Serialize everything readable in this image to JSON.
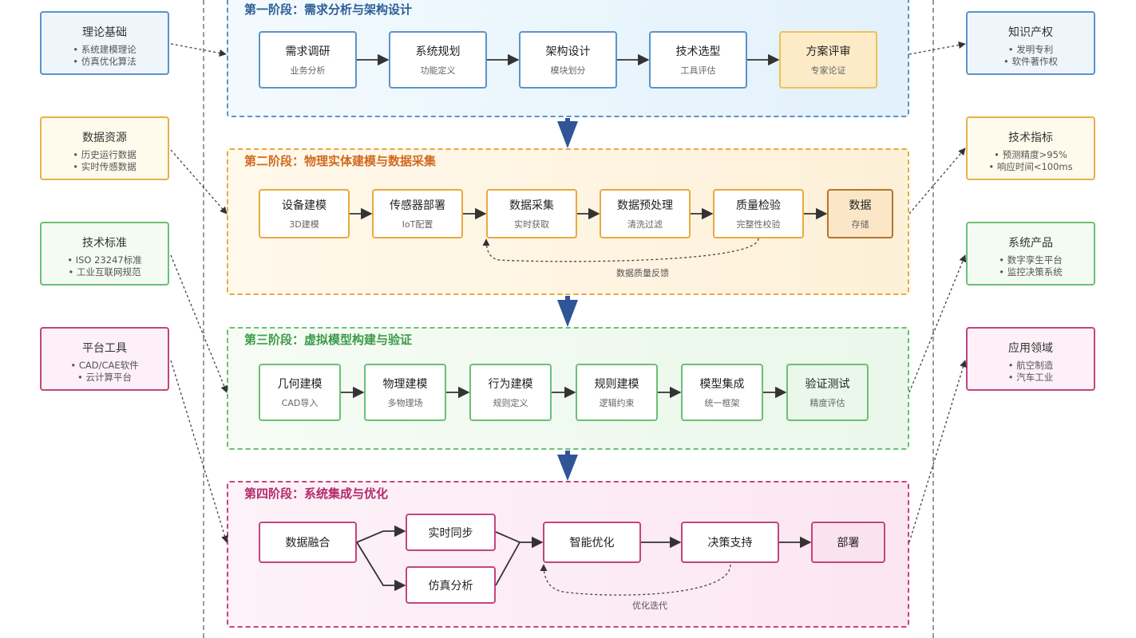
{
  "colors": {
    "blue": "#4a7fb0",
    "orange": "#e5a94a",
    "green": "#5cb86a",
    "purple": "#c0397a",
    "yellow": "#f0c054",
    "navy": "#2e4f8e",
    "phase_arrow": "#2f5597"
  },
  "left_boxes": [
    {
      "title": "理论基础",
      "items": [
        "系统建模理论",
        "仿真优化算法"
      ],
      "color": "#5b93c9",
      "bg": "#eef6fc"
    },
    {
      "title": "数据资源",
      "items": [
        "历史运行数据",
        "实时传感数据"
      ],
      "color": "#e8b04b",
      "bg": "#fffbec"
    },
    {
      "title": "技术标准",
      "items": [
        "ISO 23247标准",
        "工业互联网规范"
      ],
      "color": "#6cbf76",
      "bg": "#f3fbf3"
    },
    {
      "title": "平台工具",
      "items": [
        "CAD/CAE软件",
        "云计算平台"
      ],
      "color": "#c4447f",
      "bg": "#fdf0f7"
    }
  ],
  "right_boxes": [
    {
      "title": "知识产权",
      "items": [
        "发明专利",
        "软件著作权"
      ],
      "color": "#5b93c9",
      "bg": "#eef6fc"
    },
    {
      "title": "技术指标",
      "items": [
        "预测精度>95%",
        "响应时间<100ms"
      ],
      "color": "#e8b04b",
      "bg": "#fffbec"
    },
    {
      "title": "系统产品",
      "items": [
        "数字孪生平台",
        "监控决策系统"
      ],
      "color": "#6cbf76",
      "bg": "#f3fbf3"
    },
    {
      "title": "应用领域",
      "items": [
        "航空制造",
        "汽车工业"
      ],
      "color": "#c4447f",
      "bg": "#fdf0f7"
    }
  ],
  "phases": [
    {
      "title": "第一阶段：需求分析与架构设计",
      "color": "#5b93c9",
      "title_color": "#2d5e95",
      "nodes": [
        {
          "main": "需求调研",
          "sub": "业务分析"
        },
        {
          "main": "系统规划",
          "sub": "功能定义"
        },
        {
          "main": "架构设计",
          "sub": "模块划分"
        },
        {
          "main": "技术选型",
          "sub": "工具评估"
        },
        {
          "main": "方案评审",
          "sub": "专家论证"
        }
      ]
    },
    {
      "title": "第二阶段：物理实体建模与数据采集",
      "color": "#e8a93f",
      "title_color": "#d2691e",
      "nodes": [
        {
          "main": "设备建模",
          "sub": "3D建模"
        },
        {
          "main": "传感器部署",
          "sub": "IoT配置"
        },
        {
          "main": "数据采集",
          "sub": "实时获取"
        },
        {
          "main": "数据预处理",
          "sub": "清洗过滤"
        },
        {
          "main": "质量检验",
          "sub": "完整性校验"
        },
        {
          "main": "数据",
          "sub": "存储"
        }
      ],
      "feedback": "数据质量反馈"
    },
    {
      "title": "第三阶段：虚拟模型构建与验证",
      "color": "#6cbf76",
      "title_color": "#3c9b48",
      "nodes": [
        {
          "main": "几何建模",
          "sub": "CAD导入"
        },
        {
          "main": "物理建模",
          "sub": "多物理场"
        },
        {
          "main": "行为建模",
          "sub": "规则定义"
        },
        {
          "main": "规则建模",
          "sub": "逻辑约束"
        },
        {
          "main": "模型集成",
          "sub": "统一框架"
        },
        {
          "main": "验证测试",
          "sub": "精度评估"
        }
      ]
    },
    {
      "title": "第四阶段：系统集成与优化",
      "color": "#c4447f",
      "title_color": "#b32a6a",
      "nodes": [
        {
          "main": "数据融合"
        },
        {
          "main": "实时同步"
        },
        {
          "main": "仿真分析"
        },
        {
          "main": "智能优化"
        },
        {
          "main": "决策支持"
        },
        {
          "main": "部署"
        }
      ],
      "feedback": "优化迭代"
    }
  ]
}
